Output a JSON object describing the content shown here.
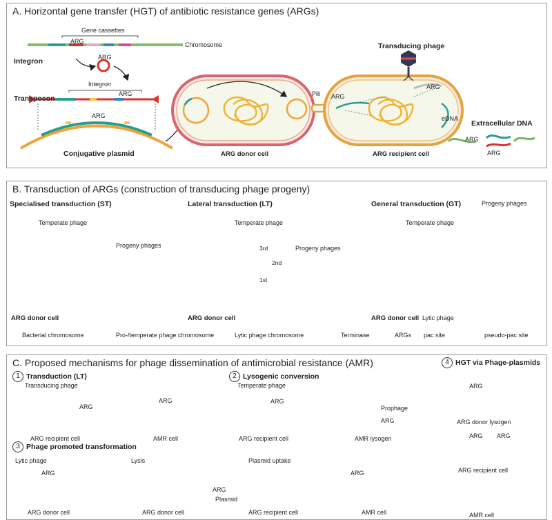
{
  "panelA": {
    "title": "A. Horizontal gene transfer (HGT) of antibiotic resistance genes (ARGs)",
    "gene_cassettes": "Gene cassettes",
    "arg": "ARG",
    "chromosome": "Chromosome",
    "integron": "Integron",
    "integron_small": "Integron",
    "transposon": "Transposon",
    "conjugative_plasmid": "Conjugative plasmid",
    "pili": "Pili",
    "donor_cell": "ARG donor cell",
    "recipient_cell": "ARG recipient cell",
    "transducing_phage": "Transducing phage",
    "edna": "eDNA",
    "extracellular_dna": "Extracellular DNA"
  },
  "panelB": {
    "title": "B. Transduction of ARGs (construction of transducing phage progeny)",
    "st_title": "Specialised transduction (ST)",
    "lt_title": "Lateral transduction (LT)",
    "gt_title": "General transduction (GT)",
    "temperate_phage": "Temperate phage",
    "progeny_phages": "Progeny phages",
    "donor_cell": "ARG donor cell",
    "lytic_phage": "Lytic phage",
    "third": "3rd",
    "second": "2nd",
    "first": "1st",
    "legend": [
      {
        "label": "Bacterial chromosome",
        "color": "#f4b43a",
        "kind": "line"
      },
      {
        "label": "Pro-/temperate phage chromosome",
        "color": "#3bb8b0",
        "kind": "line"
      },
      {
        "label": "Lytic phage chromosome",
        "color": "#8fa6dc",
        "kind": "line"
      },
      {
        "label": "Terminase",
        "color": "#f4a6c4",
        "kind": "line2"
      },
      {
        "label": "ARGs",
        "color": "#e0245e",
        "kind": "line2"
      },
      {
        "label": "pac site",
        "color": "#444444",
        "kind": "box"
      },
      {
        "label": "pseudo-pac site",
        "color": "#a97fc9",
        "kind": "box"
      }
    ]
  },
  "panelC": {
    "title": "C. Proposed mechanisms for phage dissemination of  antimicrobial resistance (AMR)",
    "m1_num": "1",
    "m1_title": "Transduction (LT)",
    "m2_num": "2",
    "m2_title": "Lysogenic conversion",
    "m3_num": "3",
    "m3_title": "Phage promoted transformation",
    "m4_num": "4",
    "m4_title": "HGT via Phage-plasmids",
    "transducing_phage": "Transducing phage",
    "temperate_phage": "Temperate phage",
    "lytic_phage": "Lytic phage",
    "arg": "ARG",
    "prophage": "Prophage",
    "lysis": "Lysis",
    "plasmid_uptake": "Plasmid uptake",
    "plasmid": "Plasmid",
    "recipient_cell": "ARG recipient cell",
    "amr_cell": "AMR cell",
    "amr_lysogen": "AMR lysogen",
    "donor_cell": "ARG donor cell",
    "donor_lysogen": "ARG donor lysogen"
  }
}
